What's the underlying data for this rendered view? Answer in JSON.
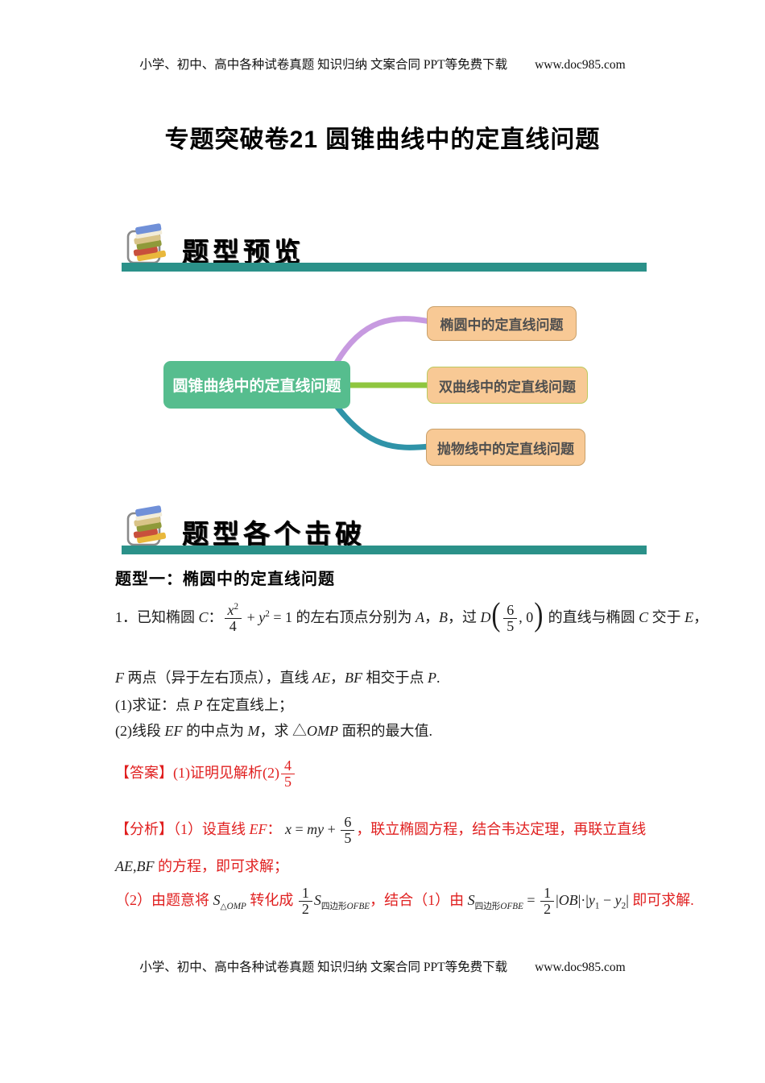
{
  "colors": {
    "accent_bar": "#2b9189",
    "red_text": "#e01f1f",
    "mindmap_root_bg": "#56bd8e",
    "mindmap_branch_bg": "#f8c995",
    "connector_purple": "#c79ae0",
    "connector_green": "#8fc63f",
    "connector_teal": "#2f93a8"
  },
  "header": {
    "text": "小学、初中、高中各种试卷真题 知识归纳 文案合同 PPT等免费下载",
    "site": "www.doc985.com"
  },
  "footer": {
    "text": "小学、初中、高中各种试卷真题 知识归纳 文案合同 PPT等免费下载",
    "site": "www.doc985.com"
  },
  "title": "专题突破卷21 圆锥曲线中的定直线问题",
  "sections": {
    "preview": "题型预览",
    "breakthrough": "题型各个击破"
  },
  "mindmap": {
    "root": "圆锥曲线中的定直线问题",
    "branches": [
      "椭圆中的定直线问题",
      "双曲线中的定直线问题",
      "抛物线中的定直线问题"
    ]
  },
  "problem": {
    "type_heading": "题型一：椭圆中的定直线问题",
    "lines": {
      "q1": [
        {
          "t": "1．已知椭圆 "
        },
        {
          "i": "C"
        },
        {
          "t": "："
        },
        {
          "frac": {
            "n": [
              {
                "i": "x"
              },
              {
                "sup": "2"
              }
            ],
            "d": "4"
          }
        },
        {
          "t": " + "
        },
        {
          "i": "y"
        },
        {
          "sup": "2"
        },
        {
          "t": " = 1 的左右顶点分别为 "
        },
        {
          "i": "A"
        },
        {
          "t": "，"
        },
        {
          "i": "B"
        },
        {
          "t": "，过 "
        },
        {
          "i": "D"
        },
        {
          "paren": "("
        },
        {
          "frac": {
            "n": "6",
            "d": "5"
          }
        },
        {
          "t": ", 0"
        },
        {
          "paren": ")"
        },
        {
          "t": " 的直线与椭圆 "
        },
        {
          "i": "C"
        },
        {
          "t": " 交于 "
        },
        {
          "i": "E"
        },
        {
          "t": "，"
        }
      ],
      "q2": [
        {
          "i": "F"
        },
        {
          "t": " 两点（异于左右顶点），直线 "
        },
        {
          "i": "AE"
        },
        {
          "t": "，"
        },
        {
          "i": "BF"
        },
        {
          "t": " 相交于点 "
        },
        {
          "i": "P"
        },
        {
          "t": "."
        }
      ],
      "q3": [
        {
          "t": "(1)求证：点 "
        },
        {
          "i": "P"
        },
        {
          "t": " 在定直线上；"
        }
      ],
      "q4": [
        {
          "t": "(2)线段 "
        },
        {
          "i": "EF"
        },
        {
          "t": " 的中点为 "
        },
        {
          "i": "M"
        },
        {
          "t": "，求 "
        },
        {
          "t": "△"
        },
        {
          "i": "OMP"
        },
        {
          "t": " 面积的最大值."
        }
      ],
      "answer": [
        {
          "t": "【答案】(1)证明见解析(2)"
        },
        {
          "frac": {
            "n": "4",
            "d": "5"
          }
        }
      ],
      "analysis1": [
        {
          "t": "【分析】（1）设直线 "
        },
        {
          "i": "EF"
        },
        {
          "t": "： "
        },
        {
          "i": "x",
          "k": true
        },
        {
          "t": " = ",
          "k": true
        },
        {
          "i": "my",
          "k": true
        },
        {
          "t": " + ",
          "k": true
        },
        {
          "frac": {
            "n": "6",
            "d": "5"
          },
          "k": true
        },
        {
          "t": "，联立椭圆方程，结合韦达定理，再联立直线"
        }
      ],
      "analysis2": [
        {
          "i": "AE",
          "k": true
        },
        {
          "t": ",",
          "k": true
        },
        {
          "i": "BF",
          "k": true
        },
        {
          "t": " 的方程，即可求解；"
        }
      ],
      "analysis3": [
        {
          "t": "（2）由题意将 "
        },
        {
          "i": "S",
          "k": true
        },
        {
          "sub": [
            {
              "t": "△"
            },
            {
              "i": "OMP"
            }
          ],
          "k": true
        },
        {
          "t": " 转化成 "
        },
        {
          "frac": {
            "n": "1",
            "d": "2"
          },
          "k": true
        },
        {
          "i": "S",
          "k": true
        },
        {
          "sub": [
            {
              "t": "四边形"
            },
            {
              "i": "OFBE"
            }
          ],
          "k": true
        },
        {
          "t": "，结合（1）由 "
        },
        {
          "i": "S",
          "k": true
        },
        {
          "sub": [
            {
              "t": "四边形"
            },
            {
              "i": "OFBE"
            }
          ],
          "k": true
        },
        {
          "t": " = ",
          "k": true
        },
        {
          "frac": {
            "n": "1",
            "d": "2"
          },
          "k": true
        },
        {
          "t": "|",
          "k": true
        },
        {
          "i": "OB",
          "k": true
        },
        {
          "t": "|·|",
          "k": true
        },
        {
          "i": "y",
          "k": true
        },
        {
          "sub": "1",
          "k": true
        },
        {
          "t": " − ",
          "k": true
        },
        {
          "i": "y",
          "k": true
        },
        {
          "sub": "2",
          "k": true
        },
        {
          "t": "|",
          "k": true
        },
        {
          "t": " 即可求解."
        }
      ]
    }
  }
}
